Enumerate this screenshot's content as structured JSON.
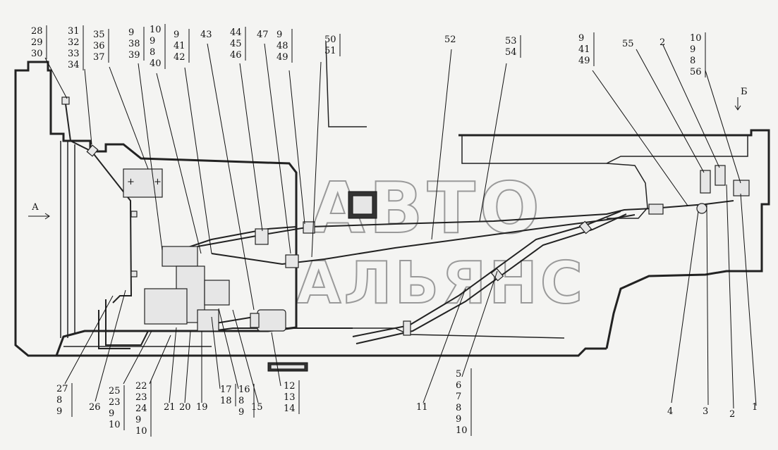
{
  "watermark": {
    "line1": "АВТО",
    "line2": "АЛЬЯНС"
  },
  "views": {
    "a": "А",
    "b": "Б"
  },
  "callouts_top": [
    {
      "id": "t1",
      "lines": [
        "28",
        "29",
        "30"
      ]
    },
    {
      "id": "t2",
      "lines": [
        "31",
        "32",
        "33",
        "34"
      ]
    },
    {
      "id": "t3",
      "lines": [
        "35",
        "36",
        "37"
      ]
    },
    {
      "id": "t4",
      "lines": [
        "9",
        "38",
        "39"
      ]
    },
    {
      "id": "t5",
      "lines": [
        "10",
        "9",
        "8",
        "40"
      ]
    },
    {
      "id": "t6",
      "lines": [
        "9",
        "41",
        "42"
      ]
    },
    {
      "id": "t7",
      "lines": [
        "43"
      ]
    },
    {
      "id": "t8",
      "lines": [
        "44",
        "45",
        "46"
      ]
    },
    {
      "id": "t9",
      "lines": [
        "47"
      ]
    },
    {
      "id": "t10",
      "lines": [
        "9",
        "48",
        "49"
      ]
    },
    {
      "id": "t11",
      "lines": [
        "50",
        "51"
      ]
    },
    {
      "id": "t12",
      "lines": [
        "52"
      ]
    },
    {
      "id": "t13",
      "lines": [
        "53",
        "54"
      ]
    },
    {
      "id": "t14",
      "lines": [
        "9",
        "41",
        "49"
      ]
    },
    {
      "id": "t15",
      "lines": [
        "55"
      ]
    },
    {
      "id": "t16",
      "lines": [
        "2"
      ]
    },
    {
      "id": "t17",
      "lines": [
        "10",
        "9",
        "8",
        "56"
      ]
    }
  ],
  "callouts_bottom": [
    {
      "id": "b1",
      "lines": [
        "27",
        "8",
        "9"
      ]
    },
    {
      "id": "b2",
      "lines": [
        "26"
      ]
    },
    {
      "id": "b3",
      "lines": [
        "25",
        "23",
        "9",
        "10"
      ]
    },
    {
      "id": "b4",
      "lines": [
        "22",
        "23",
        "24",
        "9",
        "10"
      ]
    },
    {
      "id": "b5",
      "lines": [
        "21"
      ]
    },
    {
      "id": "b6",
      "lines": [
        "20"
      ]
    },
    {
      "id": "b7",
      "lines": [
        "19"
      ]
    },
    {
      "id": "b8",
      "lines": [
        "17",
        "18"
      ]
    },
    {
      "id": "b9",
      "lines": [
        "16",
        "8",
        "9"
      ]
    },
    {
      "id": "b10",
      "lines": [
        "15"
      ]
    },
    {
      "id": "b11",
      "lines": [
        "12",
        "13",
        "14"
      ]
    },
    {
      "id": "b12",
      "lines": [
        "11"
      ]
    },
    {
      "id": "b13",
      "lines": [
        "5",
        "6",
        "7",
        "8",
        "9",
        "10"
      ]
    },
    {
      "id": "b14",
      "lines": [
        "4"
      ]
    },
    {
      "id": "b15",
      "lines": [
        "3"
      ]
    },
    {
      "id": "b16",
      "lines": [
        "2"
      ]
    },
    {
      "id": "b17",
      "lines": [
        "1"
      ]
    }
  ]
}
